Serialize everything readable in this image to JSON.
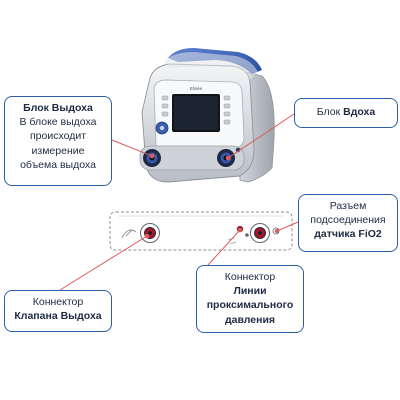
{
  "callouts": {
    "exhale": {
      "title": "Блок Выдоха",
      "lines": [
        "В блоке выдоха",
        "происходит",
        "измерение",
        "объема выдоха"
      ]
    },
    "inhale": {
      "prefix": "Блок ",
      "bold": "Вдоха"
    },
    "fio2": {
      "lines": [
        "Разъем",
        "подсоединения"
      ],
      "bold": "датчика FiO2"
    },
    "proximal": {
      "line": "Коннектор",
      "bold_lines": [
        "Линии",
        "проксимального",
        "давления"
      ]
    },
    "valve": {
      "line": "Коннектор",
      "bold": "Клапана Выдоха"
    }
  },
  "device": {
    "display_logo": "Elisée"
  },
  "colors": {
    "callout_border": "#2b5fa8",
    "leader_line": "#e05a5a",
    "port_red": "#c8142a",
    "device_body": "#e9ecef",
    "device_top": "#2f5bb7",
    "text": "#1f2a44"
  }
}
